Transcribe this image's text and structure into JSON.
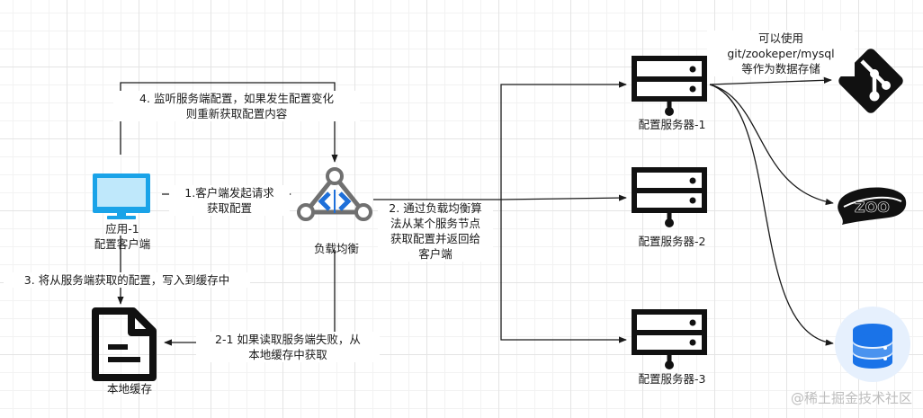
{
  "nodes": {
    "app_line1": "应用-1",
    "app_line2": "配置客户端",
    "load_balancer": "负载均衡",
    "local_cache": "本地缓存",
    "server1": "配置服务器-1",
    "server2": "配置服务器-2",
    "server3": "配置服务器-3"
  },
  "edges": {
    "request": "1.客户端发起请求\n获取配置",
    "lb_route": "2. 通过负载均衡算\n法从某个服务节点\n获取配置并返回给\n客户端",
    "write_cache": "3. 将从服务端获取的配置，写入到缓存中",
    "listen": "4. 监听服务端配置，如果发生配置变化\n则重新获取配置内容",
    "fallback": "2-1 如果读取服务端失败，从\n本地缓存中获取",
    "storage": "可以使用\ngit/zookeper/mysql\n等作为数据存储"
  },
  "icons": {
    "app": "monitor-icon",
    "load_balancer": "load-balancer-icon",
    "cache": "document-icon",
    "server": "server-icon",
    "git": "git-icon",
    "zookeeper": "zookeeper-icon",
    "database": "database-icon"
  },
  "watermark": "@稀土掘金技术社区",
  "colors": {
    "line": "#1a1a1a",
    "monitor": "#1aa3e8",
    "balancer_blue": "#1e6fd9",
    "balancer_gray": "#707070",
    "database_blue": "#1a73e8",
    "database_bg": "#e6f0fd"
  }
}
